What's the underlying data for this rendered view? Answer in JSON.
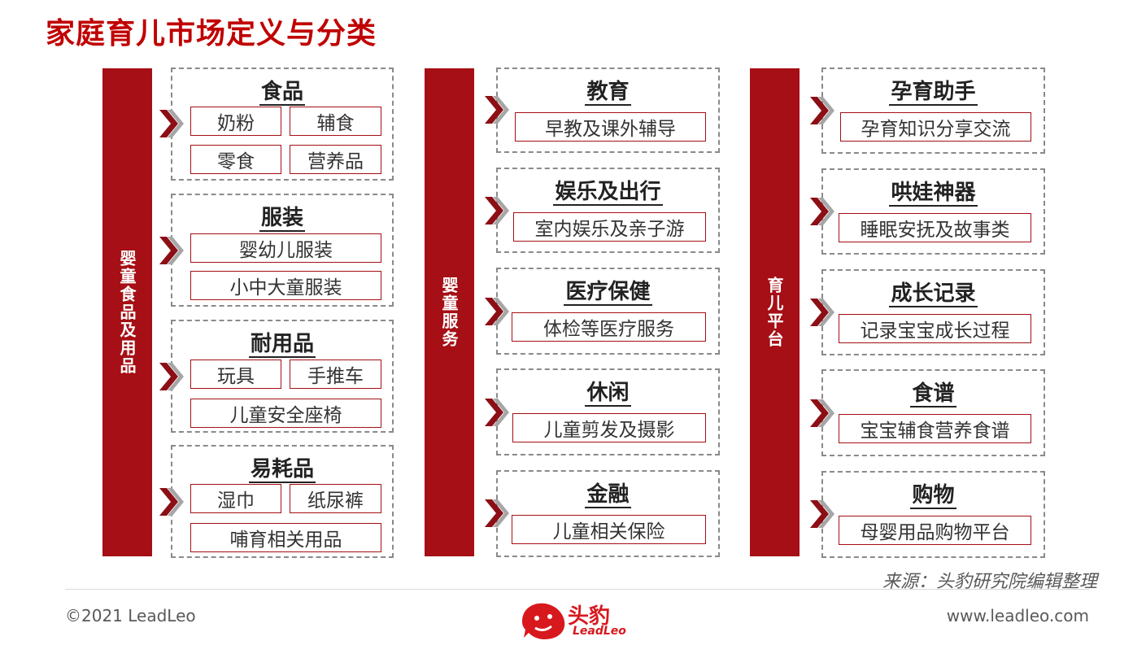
{
  "title": "家庭育儿市场定义与分类",
  "colors": {
    "title": "#c00000",
    "bar": "#a50f15",
    "item_border": "#a50f15",
    "group_border": "#8a8a8a"
  },
  "columns": [
    {
      "label": "婴童食品及用品",
      "groups": [
        {
          "title": "食品",
          "items": [
            "奶粉",
            "辅食",
            "零食",
            "营养品"
          ]
        },
        {
          "title": "服装",
          "items": [
            "婴幼儿服装",
            "小中大童服装"
          ]
        },
        {
          "title": "耐用品",
          "items": [
            "玩具",
            "手推车",
            "儿童安全座椅"
          ]
        },
        {
          "title": "易耗品",
          "items": [
            "湿巾",
            "纸尿裤",
            "哺育相关用品"
          ]
        }
      ]
    },
    {
      "label": "婴童服务",
      "groups": [
        {
          "title": "教育",
          "items": [
            "早教及课外辅导"
          ]
        },
        {
          "title": "娱乐及出行",
          "items": [
            "室内娱乐及亲子游"
          ]
        },
        {
          "title": "医疗保健",
          "items": [
            "体检等医疗服务"
          ]
        },
        {
          "title": "休闲",
          "items": [
            "儿童剪发及摄影"
          ]
        },
        {
          "title": "金融",
          "items": [
            "儿童相关保险"
          ]
        }
      ]
    },
    {
      "label": "育儿平台",
      "groups": [
        {
          "title": "孕育助手",
          "items": [
            "孕育知识分享交流"
          ]
        },
        {
          "title": "哄娃神器",
          "items": [
            "睡眠安抚及故事类"
          ]
        },
        {
          "title": "成长记录",
          "items": [
            "记录宝宝成长过程"
          ]
        },
        {
          "title": "食谱",
          "items": [
            "宝宝辅食营养食谱"
          ]
        },
        {
          "title": "购物",
          "items": [
            "母婴用品购物平台"
          ]
        }
      ]
    }
  ],
  "source": "来源：头豹研究院编辑整理",
  "footer": {
    "copyright": "©2021 LeadLeo",
    "website": "www.leadleo.com",
    "logo_text": "头豹",
    "logo_sub": "LeadLeo"
  }
}
